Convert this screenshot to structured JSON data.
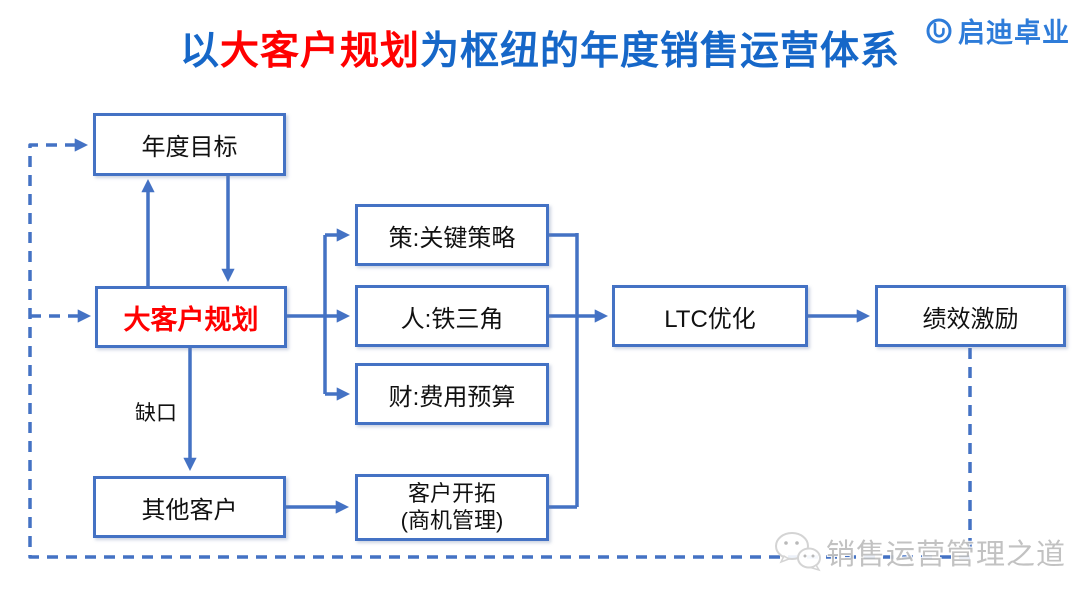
{
  "title": {
    "prefix": "以",
    "highlight": "大客户规划",
    "suffix": "为枢纽的年度销售运营体系"
  },
  "logo": {
    "name": "启迪卓业"
  },
  "watermark": {
    "text": "销售运营管理之道"
  },
  "diagram": {
    "nodes": {
      "annual_goal": {
        "label": "年度目标"
      },
      "key_account": {
        "label": "大客户规划"
      },
      "strategy": {
        "label": "策:关键策略"
      },
      "people": {
        "label": "人:铁三角"
      },
      "finance": {
        "label": "财:费用预算"
      },
      "ltc": {
        "label": "LTC优化"
      },
      "incentive": {
        "label": "绩效激励"
      },
      "other_customers": {
        "label": "其他客户"
      },
      "customer_expansion": {
        "label": "客户开拓",
        "sublabel": "(商机管理)"
      }
    },
    "edge_labels": {
      "gap": "缺口"
    },
    "edges": [
      {
        "from": "key_account",
        "to": "annual_goal",
        "style": "solid"
      },
      {
        "from": "annual_goal",
        "to": "key_account",
        "style": "solid"
      },
      {
        "from": "key_account",
        "to": "strategy",
        "style": "solid"
      },
      {
        "from": "key_account",
        "to": "people",
        "style": "solid"
      },
      {
        "from": "key_account",
        "to": "finance",
        "style": "solid"
      },
      {
        "from": "strategy",
        "to": "ltc",
        "style": "solid"
      },
      {
        "from": "people",
        "to": "ltc",
        "style": "solid"
      },
      {
        "from": "customer_expansion",
        "to": "ltc",
        "style": "solid"
      },
      {
        "from": "ltc",
        "to": "incentive",
        "style": "solid"
      },
      {
        "from": "key_account",
        "to": "other_customers",
        "style": "solid",
        "label": "缺口"
      },
      {
        "from": "other_customers",
        "to": "customer_expansion",
        "style": "solid"
      },
      {
        "from": "incentive",
        "to": "annual_goal",
        "style": "dashed"
      },
      {
        "from": "incentive",
        "to": "key_account",
        "style": "dashed"
      }
    ],
    "colors": {
      "connector_blue": "#4472C4",
      "title_blue": "#1667C8",
      "highlight_red": "#FF0000",
      "logo_blue": "#2E7CD9",
      "node_text": "#111111",
      "watermark_gray": "#BDBDBD"
    }
  }
}
